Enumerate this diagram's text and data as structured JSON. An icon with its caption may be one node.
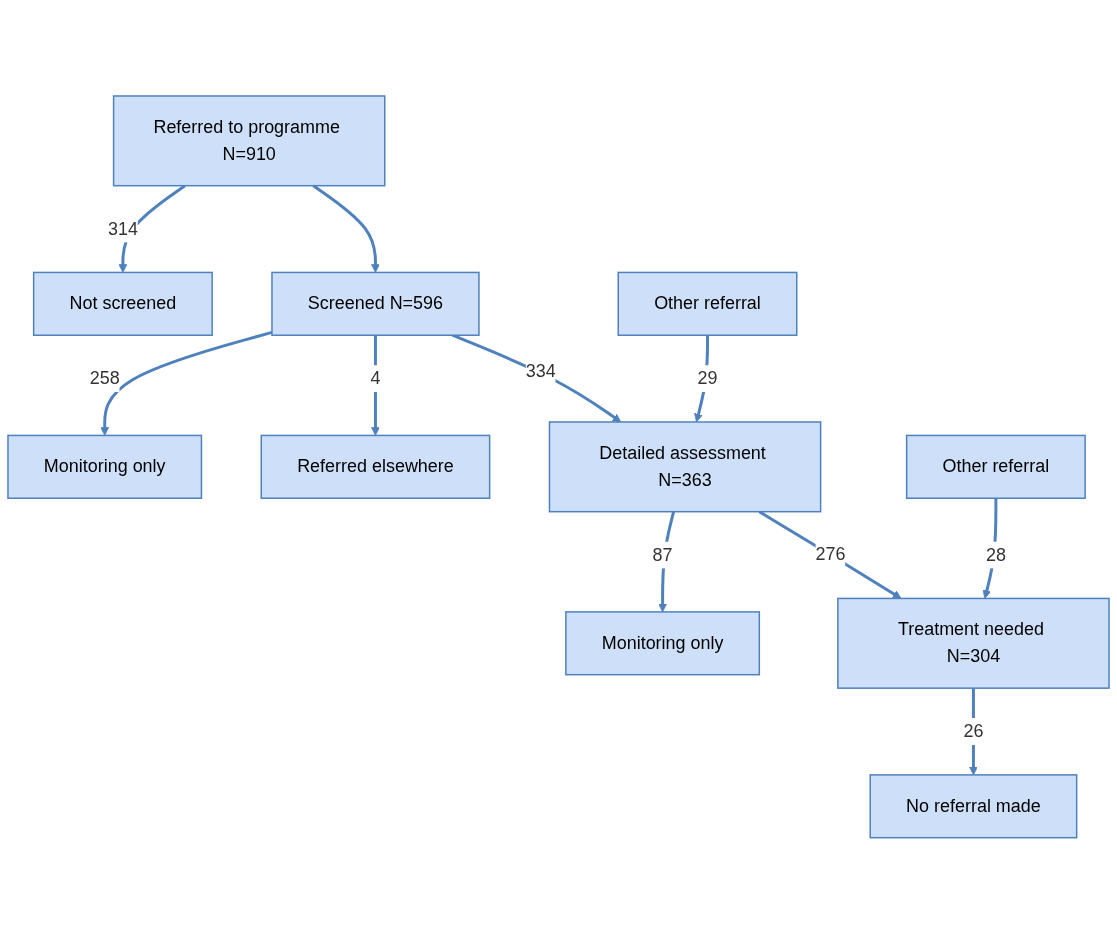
{
  "diagram": {
    "nodes": [
      {
        "text": [
          "Referred to programme N=910"
        ]
      },
      {
        "text": [
          "Not screened"
        ]
      },
      {
        "text": [
          "Screened N=596"
        ]
      },
      {
        "text": [
          "Monitoring only"
        ]
      },
      {
        "text": [
          "Referred elsewhere"
        ]
      },
      {
        "text": [
          "Other referral"
        ]
      },
      {
        "text": [
          "Detailed assessment N=363"
        ]
      },
      {
        "text": [
          "Monitoring only"
        ]
      },
      {
        "text": [
          "Other referral"
        ]
      },
      {
        "text": [
          "Treatment needed N=304"
        ]
      },
      {
        "text": [
          "No referral made"
        ]
      }
    ],
    "edges": [
      {
        "from": 0,
        "to": 1,
        "label": "314",
        "arrow": "to"
      },
      {
        "from": 0,
        "to": 2,
        "arrow": "to"
      },
      {
        "from": 2,
        "to": 3,
        "label": "258",
        "arrow": "to"
      },
      {
        "from": 2,
        "to": 4,
        "label": "4",
        "arrow": "to"
      },
      {
        "from": 2,
        "to": 6,
        "label": "334",
        "arrow": "to"
      },
      {
        "from": 5,
        "to": 6,
        "label": "29",
        "arrow": "to"
      },
      {
        "from": 6,
        "to": 7,
        "label": "87",
        "arrow": "to"
      },
      {
        "from": 6,
        "to": 9,
        "label": "276",
        "arrow": "to"
      },
      {
        "from": 8,
        "to": 9,
        "label": "28",
        "arrow": "to"
      },
      {
        "from": 9,
        "to": 10,
        "label": "26",
        "arrow": "to"
      }
    ]
  }
}
